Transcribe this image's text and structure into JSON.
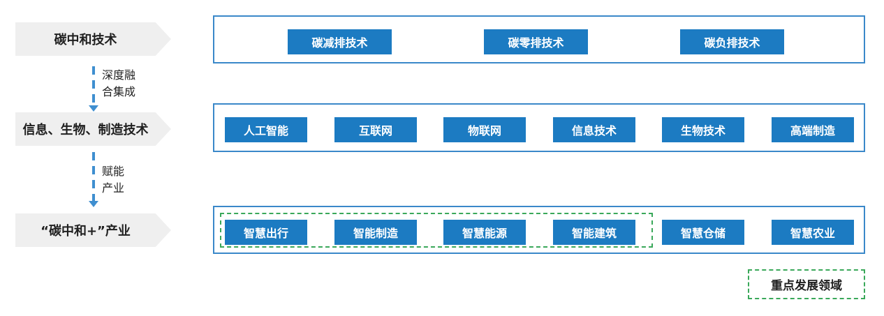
{
  "levels": [
    {
      "label": "碳中和技术",
      "items": [
        "碳减排技术",
        "碳零排技术",
        "碳负排技术"
      ]
    },
    {
      "label": "信息、生物、制造技术",
      "items": [
        "人工智能",
        "互联网",
        "物联网",
        "信息技术",
        "生物技术",
        "高端制造"
      ]
    },
    {
      "label": "“碳中和+”产业",
      "items": [
        "智慧出行",
        "智能制造",
        "智慧能源",
        "智能建筑",
        "智慧仓储",
        "智慧农业"
      ]
    }
  ],
  "connectors": [
    {
      "line1": "深度融",
      "line2": "合集成"
    },
    {
      "line1": "赋能",
      "line2": "产业"
    }
  ],
  "legend": {
    "label": "重点发展领域"
  },
  "colors": {
    "chip": "#1c7bc2",
    "border": "#3a88c9",
    "highlight": "#3aa85a",
    "arrow": "#3f8fd0"
  }
}
